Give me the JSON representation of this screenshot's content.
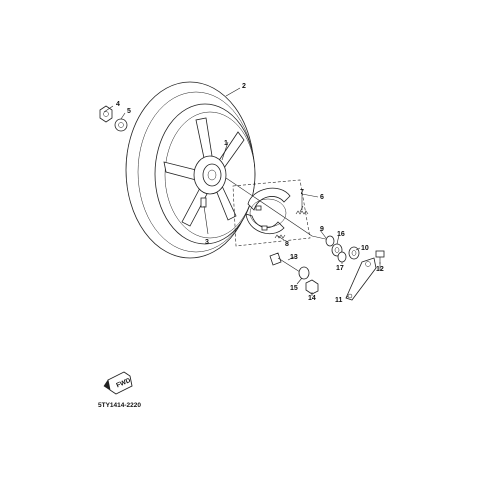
{
  "diagram": {
    "code": "5TY1414-2220",
    "fwd_label": "FWD",
    "callouts": [
      "1",
      "2",
      "3",
      "4",
      "5",
      "6",
      "7",
      "8",
      "9",
      "10",
      "11",
      "12",
      "13",
      "14",
      "15",
      "16",
      "17"
    ]
  }
}
